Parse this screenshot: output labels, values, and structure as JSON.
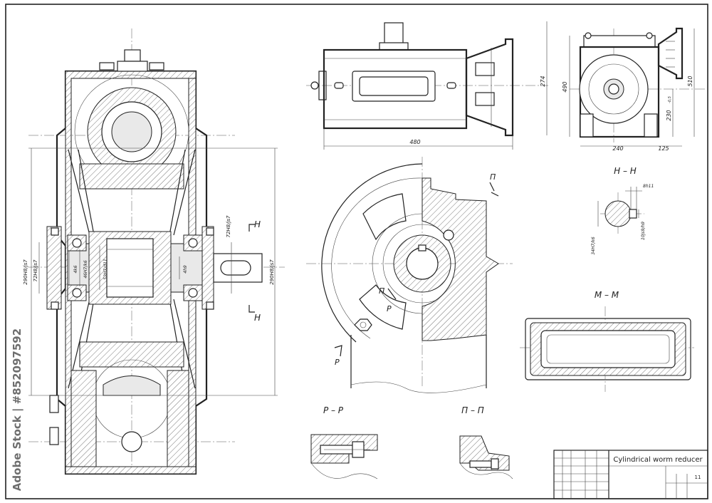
{
  "title_block": {
    "title": "Cylindrical worm reducer",
    "sheet_number": "11"
  },
  "section_labels": {
    "h_h": "H – H",
    "m_m": "M – M",
    "p_p": "P – P",
    "pi_pi": "П – П"
  },
  "cut_markers": {
    "h_top": "H",
    "h_bottom": "H",
    "pi_top": "П",
    "pi_mid": "П",
    "p_mid": "P",
    "p_bottom": "P"
  },
  "dimensions": {
    "width_480": "480",
    "height_274": "274",
    "height_490": "490",
    "height_510": "510",
    "height_230": "230",
    "tol_230": "-0,5",
    "width_240": "240",
    "width_125": "125",
    "fit_290_left": "290H8/js7",
    "fit_72_left": "72H8/js7",
    "fit_72_right": "72H8/js7",
    "fit_290_right": "290H8/js7",
    "fit_4k6": "4k6",
    "fit_46H7": "46H7/k6",
    "fit_52H7": "52H7/d11",
    "fit_4h9": "4h9",
    "fit_8h11": "8h11",
    "fit_34H7": "34H7/k6",
    "fit_10js9": "10Js9/h9"
  },
  "watermark": {
    "text": "Adobe Stock | #852097592"
  }
}
